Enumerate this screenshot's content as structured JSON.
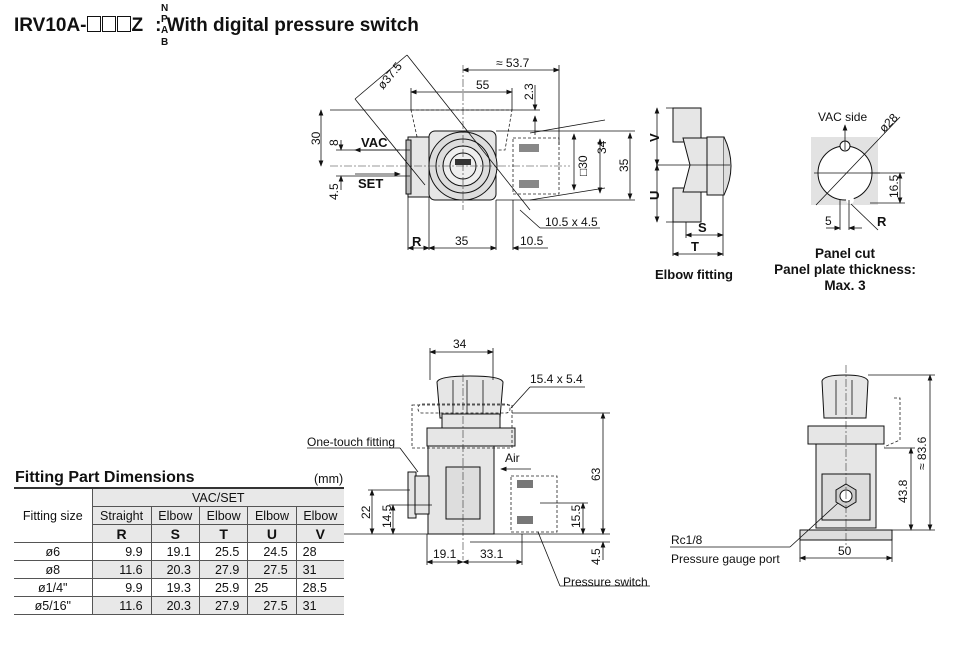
{
  "title": {
    "model_prefix": "IRV10A-",
    "model_suffix": "Z",
    "variants": [
      "N",
      "P",
      "A",
      "B"
    ],
    "description": ": With digital pressure switch"
  },
  "top_view": {
    "dims": {
      "diameter": "ø37.5",
      "approx_width": "≈ 53.7",
      "width_55": "55",
      "d2_3": "2.3",
      "d30": "30",
      "d8": "8",
      "d4_5": "4.5",
      "vac": "VAC",
      "set": "SET",
      "d34": "34",
      "d35": "35",
      "square30": "□30",
      "slot": "10.5 x 4.5",
      "R": "R",
      "w35": "35",
      "w10_5": "10.5"
    }
  },
  "elbow_fitting": {
    "V": "V",
    "U": "U",
    "S": "S",
    "T": "T",
    "caption": "Elbow fitting"
  },
  "panel_cut": {
    "vac_side": "VAC side",
    "diameter": "ø28",
    "d16_5": "16.5",
    "d5": "5",
    "R": "R",
    "caption_lines": [
      "Panel cut",
      "Panel plate thickness:",
      "Max. 3"
    ]
  },
  "front_view": {
    "d34": "34",
    "slot": "15.4 x 5.4",
    "one_touch": "One-touch fitting",
    "air": "Air",
    "d63": "63",
    "d22": "22",
    "d14_5": "14.5",
    "d15_5": "15.5",
    "d4_5": "4.5",
    "d19_1": "19.1",
    "d33_1": "33.1",
    "pressure_switch": "Pressure switch"
  },
  "side_view": {
    "d83_6": "≈ 83.6",
    "d43_8": "43.8",
    "d50": "50",
    "port_size": "Rc1/8",
    "port_label": "Pressure gauge port"
  },
  "fitting_table": {
    "title": "Fitting Part Dimensions",
    "unit": "(mm)",
    "group_header": "VAC/SET",
    "row_header": "Fitting size",
    "types": [
      "Straight",
      "Elbow",
      "Elbow",
      "Elbow",
      "Elbow"
    ],
    "letters": [
      "R",
      "S",
      "T",
      "U",
      "V"
    ],
    "rows": [
      {
        "size": "ø6",
        "values": [
          "9.9",
          "19.1",
          "25.5",
          "24.5",
          "28"
        ]
      },
      {
        "size": "ø8",
        "values": [
          "11.6",
          "20.3",
          "27.9",
          "27.5",
          "31"
        ]
      },
      {
        "size": "ø1/4\"",
        "values": [
          "9.9",
          "19.3",
          "25.9",
          "25",
          "28.5"
        ]
      },
      {
        "size": "ø5/16\"",
        "values": [
          "11.6",
          "20.3",
          "27.9",
          "27.5",
          "31"
        ]
      }
    ]
  }
}
